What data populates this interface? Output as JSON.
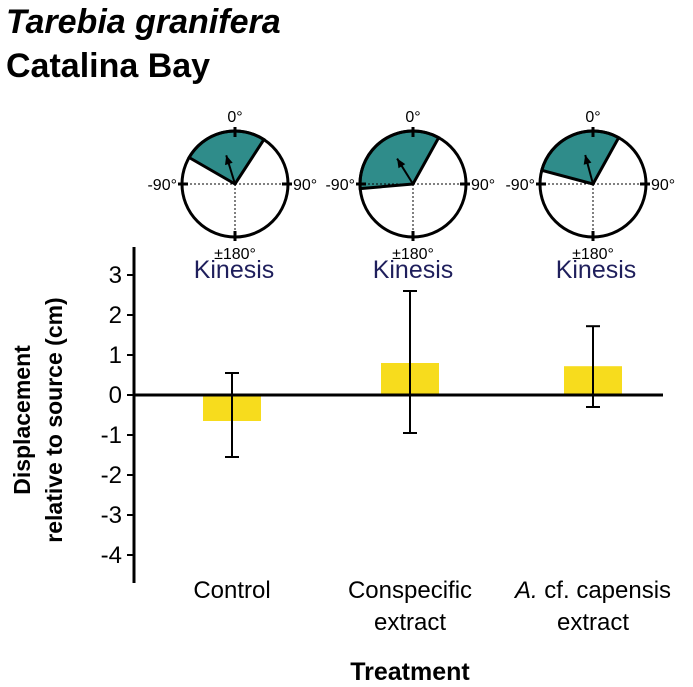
{
  "title_line1": "Tarebia granifera",
  "title_line2": "Catalina Bay",
  "rose_labels": {
    "top": "0°",
    "left": "-90°",
    "right": "90°",
    "bottom": "±180°"
  },
  "colors": {
    "rose_fill": "#2f8c8a",
    "bar": "#f7dc1d",
    "kinesis": "#1f1f5c"
  },
  "chart_data": {
    "type": "bar",
    "categories": [
      {
        "lines": [
          "Control"
        ],
        "italic_prefix": ""
      },
      {
        "lines": [
          "Conspecific",
          "extract"
        ],
        "italic_prefix": ""
      },
      {
        "lines": [
          " cf. capensis",
          "extract"
        ],
        "italic_prefix": "A."
      }
    ],
    "values": [
      -0.65,
      0.8,
      0.72
    ],
    "error_low": [
      -1.55,
      -0.95,
      -0.3
    ],
    "error_high": [
      0.55,
      2.6,
      1.72
    ],
    "ylim": [
      -4.7,
      3.7
    ],
    "yticks": [
      3,
      2,
      1,
      0,
      -1,
      -2,
      -3,
      -4
    ],
    "ylabel_lines": [
      "Displacement",
      "relative to source (cm)"
    ],
    "xlabel": "Treatment",
    "annotations": [
      "Kinesis",
      "Kinesis",
      "Kinesis"
    ],
    "orientation_sectors": [
      {
        "sector_start_deg": -60,
        "sector_end_deg": 33,
        "mean_deg": -17
      },
      {
        "sector_start_deg": -95,
        "sector_end_deg": 29,
        "mean_deg": -32
      },
      {
        "sector_start_deg": -75,
        "sector_end_deg": 29,
        "mean_deg": -15
      }
    ]
  }
}
